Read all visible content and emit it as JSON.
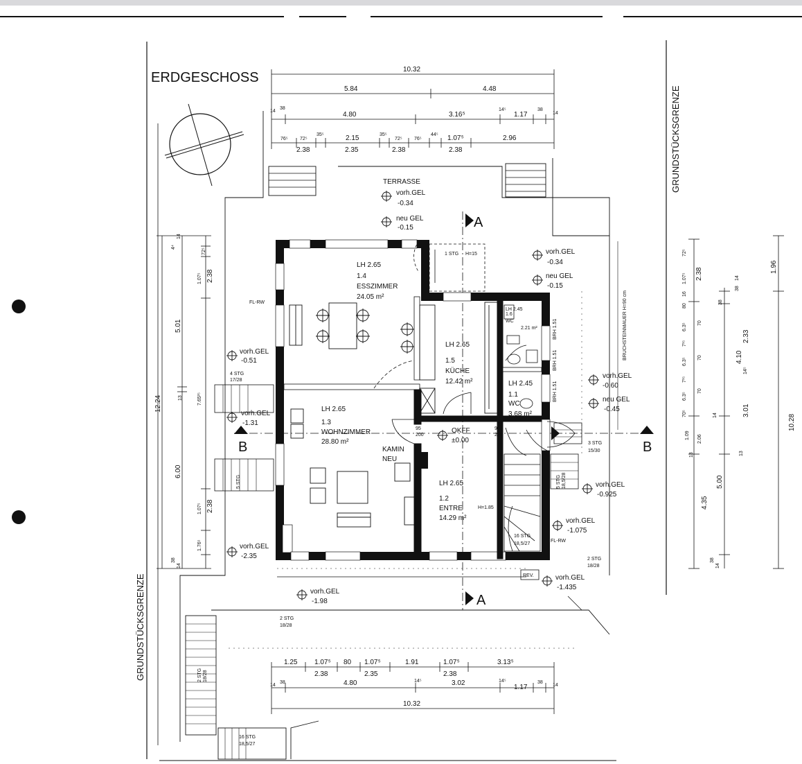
{
  "title": "ERDGESCHOSS",
  "boundary_label": "GRUNDSTÜCKSGRENZE",
  "section_marks": {
    "a": "A",
    "b": "B"
  },
  "dims_top": {
    "overall": "10.32",
    "row2": [
      "5.84",
      "4.48"
    ],
    "row3": [
      "14",
      "38",
      "4.80",
      "3.16⁵",
      "14⁵",
      "1.17",
      "38",
      "14"
    ],
    "row4a": [
      "76⁵",
      "72⁵",
      "35⁵",
      "2.15",
      "35⁵",
      "72⁵",
      "76⁵",
      "44⁵",
      "1.07⁵",
      "2.96"
    ],
    "row4b": [
      "2.38",
      "2.35",
      "2.38",
      "2.38"
    ]
  },
  "dims_bottom": {
    "row1a": [
      "1.25",
      "1.07⁵",
      "80",
      "1.07⁵",
      "1.91",
      "1.07⁵",
      "3.13⁵"
    ],
    "row1b": [
      "2.38",
      "2.35",
      "2.38"
    ],
    "row2": [
      "14",
      "38",
      "4.80",
      "14⁵",
      "3.02",
      "14⁵",
      "1.17",
      "38",
      "14"
    ],
    "overall": "10.32"
  },
  "dims_left": {
    "total": "12.24",
    "col2": [
      "5.01",
      "6.00"
    ],
    "col3": [
      "4⁴",
      "14",
      "72⁵",
      "1.07⁵",
      "2.38",
      "7.65²⁵",
      "13",
      "5 STG",
      "1.07⁵",
      "2.38",
      "1.76⁵",
      "38",
      "14"
    ]
  },
  "dims_right": {
    "total": "10.28",
    "col2": [
      "4.10",
      "5.00",
      "4.35"
    ],
    "col1": [
      "72⁵",
      "1.07⁵",
      "2.38",
      "16",
      "80",
      "70",
      "6.3⁵",
      "7¹⁵",
      "70",
      "6.3⁵",
      "7¹⁵",
      "70",
      "6.3⁵",
      "70⁵",
      "1.09",
      "2.06",
      "13",
      "38",
      "14"
    ],
    "col3": [
      "1.96",
      "38",
      "2.33",
      "14⁵",
      "3.01",
      "14",
      "13",
      "38",
      "14"
    ]
  },
  "rooms": [
    {
      "lh": "LH 2.65",
      "num": "1.4",
      "name": "ESSZIMMER",
      "area": "24.05 m²"
    },
    {
      "lh": "LH 2.65",
      "num": "1.5",
      "name": "KÜCHE",
      "area": "12.42 m²"
    },
    {
      "lh": "LH 2.65",
      "num": "1.3",
      "name": "WOHNZIMMER",
      "area": "28.80 m²"
    },
    {
      "lh": "LH 2.65",
      "num": "1.2",
      "name": "ENTRE",
      "area": "14.29 m²"
    },
    {
      "lh": "LH 2.45",
      "num": "1.1",
      "name": "WC",
      "area": "3.68 m²"
    }
  ],
  "wc_small": {
    "lh": "LH 2.45",
    "num": "1.6",
    "name": "WC",
    "area": "2.21 m²"
  },
  "kamin": {
    "line1": "KAMIN",
    "line2": "NEU"
  },
  "okff": {
    "label": "OKFF",
    "value": "±0.00"
  },
  "terrace": "TERRASSE",
  "levels": [
    {
      "label": "vorh.GEL",
      "value": "-0.34"
    },
    {
      "label": "neu GEL",
      "value": "-0.15"
    },
    {
      "label": "vorh.GEL",
      "value": "-0.34"
    },
    {
      "label": "neu GEL",
      "value": "-0.15"
    },
    {
      "label": "vorh.GEL",
      "value": "-0.51"
    },
    {
      "label": "vorh.GEL",
      "value": "-1.31"
    },
    {
      "label": "vorh.GEL",
      "value": "-2.35"
    },
    {
      "label": "vorh.GEL",
      "value": "-1.98"
    },
    {
      "label": "vorh.GEL",
      "value": "-0.60"
    },
    {
      "label": "neu GEL",
      "value": "-0.45"
    },
    {
      "label": "vorh.GEL",
      "value": "-0.925"
    },
    {
      "label": "vorh.GEL",
      "value": "-1.075"
    },
    {
      "label": "vorh.GEL",
      "value": "-1.435"
    }
  ],
  "stairs": [
    {
      "count": "4 STG",
      "ratio": "17/28"
    },
    {
      "count": "3 STG",
      "ratio": "15/30"
    },
    {
      "count": "2 STG",
      "ratio": "18/28"
    },
    {
      "count": "2 STG",
      "ratio": "18/28"
    },
    {
      "count": "16 STG",
      "ratio": "18,5/27"
    },
    {
      "count": "1 STG",
      "ratio": "H=15"
    },
    {
      "count": "5 STG",
      "ratio": "18,5/28"
    }
  ],
  "misc": {
    "fl_rw": "FL-RW",
    "rev": "REV.",
    "h_note": "H=1.85",
    "wall_note": "BRUCHSTEINMAUER H=90 cm",
    "brh": "BRH 1.51",
    "door1": "95",
    "door1b": "200",
    "door2": "95",
    "door2b": "200"
  }
}
